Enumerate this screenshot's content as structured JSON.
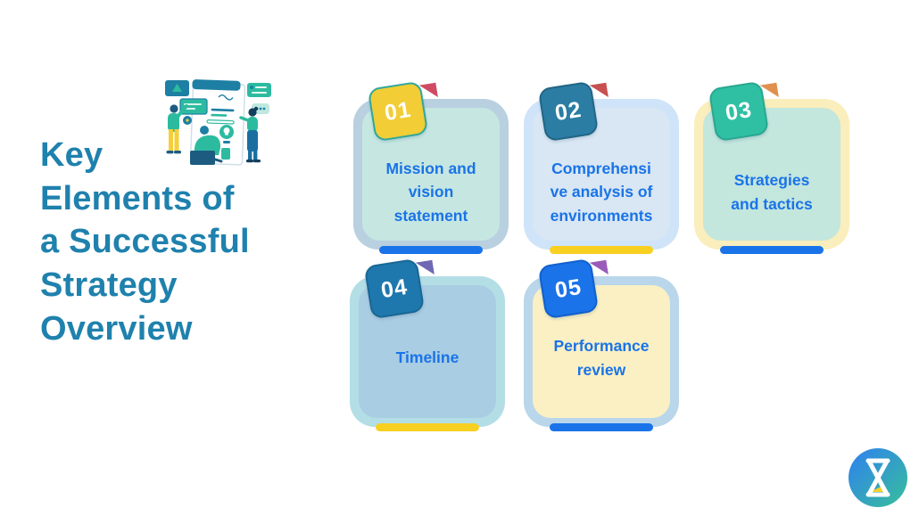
{
  "page": {
    "background_color": "#ffffff",
    "title_color": "#1f81ad",
    "label_color": "#1a73e8"
  },
  "title": {
    "full_text": "Key Elements of a Successful Strategy Overview",
    "lines": [
      "Key",
      "Elements of",
      "a Successful",
      "Strategy",
      "Overview"
    ]
  },
  "illustration": {
    "description": "team collaborating around a planning board",
    "colors": {
      "teal": "#2dbba0",
      "blue": "#1d7fa3",
      "navy": "#1d5c80",
      "yellow": "#f5cf3a"
    }
  },
  "cards": [
    {
      "number": "01",
      "label": "Mission and vision statement",
      "label_display": "Mission and\nvision\nstatement",
      "outer_color": "#b9d0e0",
      "inner_color": "#c6e7e1",
      "badge_color": "#f2cd35",
      "badge_border": "#2fa89a",
      "corner_color": "#d04a63",
      "bar_color": "#1a73e8"
    },
    {
      "number": "02",
      "label": "Comprehensive analysis of environments",
      "label_display": "Comprehensi\nve analysis of\nenvironments",
      "outer_color": "#cfe4f8",
      "inner_color": "#d8e7f3",
      "badge_color": "#2b7da4",
      "badge_border": "#226586",
      "corner_color": "#c75150",
      "bar_color": "#f7d021"
    },
    {
      "number": "03",
      "label": "Strategies and tactics",
      "label_display": "Strategies\nand tactics",
      "outer_color": "#faeebc",
      "inner_color": "#c3e6dd",
      "badge_color": "#2fc0a4",
      "badge_border": "#29a78f",
      "corner_color": "#e0914d",
      "bar_color": "#1a73e8"
    },
    {
      "number": "04",
      "label": "Timeline",
      "label_display": "Timeline",
      "outer_color": "#b4dee5",
      "inner_color": "#a9cde2",
      "badge_color": "#1e78ad",
      "badge_border": "#1a6693",
      "corner_color": "#6f69b3",
      "bar_color": "#f7d021"
    },
    {
      "number": "05",
      "label": "Performance review",
      "label_display": "Performance\nreview",
      "outer_color": "#b9d6ea",
      "inner_color": "#faf0c3",
      "badge_color": "#1a73e8",
      "badge_border": "#1160cd",
      "corner_color": "#9a5cb8",
      "bar_color": "#1a73e8"
    }
  ],
  "logo": {
    "name": "hourglass logo",
    "gradient_start": "#2f80f0",
    "gradient_end": "#38bf9a",
    "sand_color": "#f7d02c"
  }
}
